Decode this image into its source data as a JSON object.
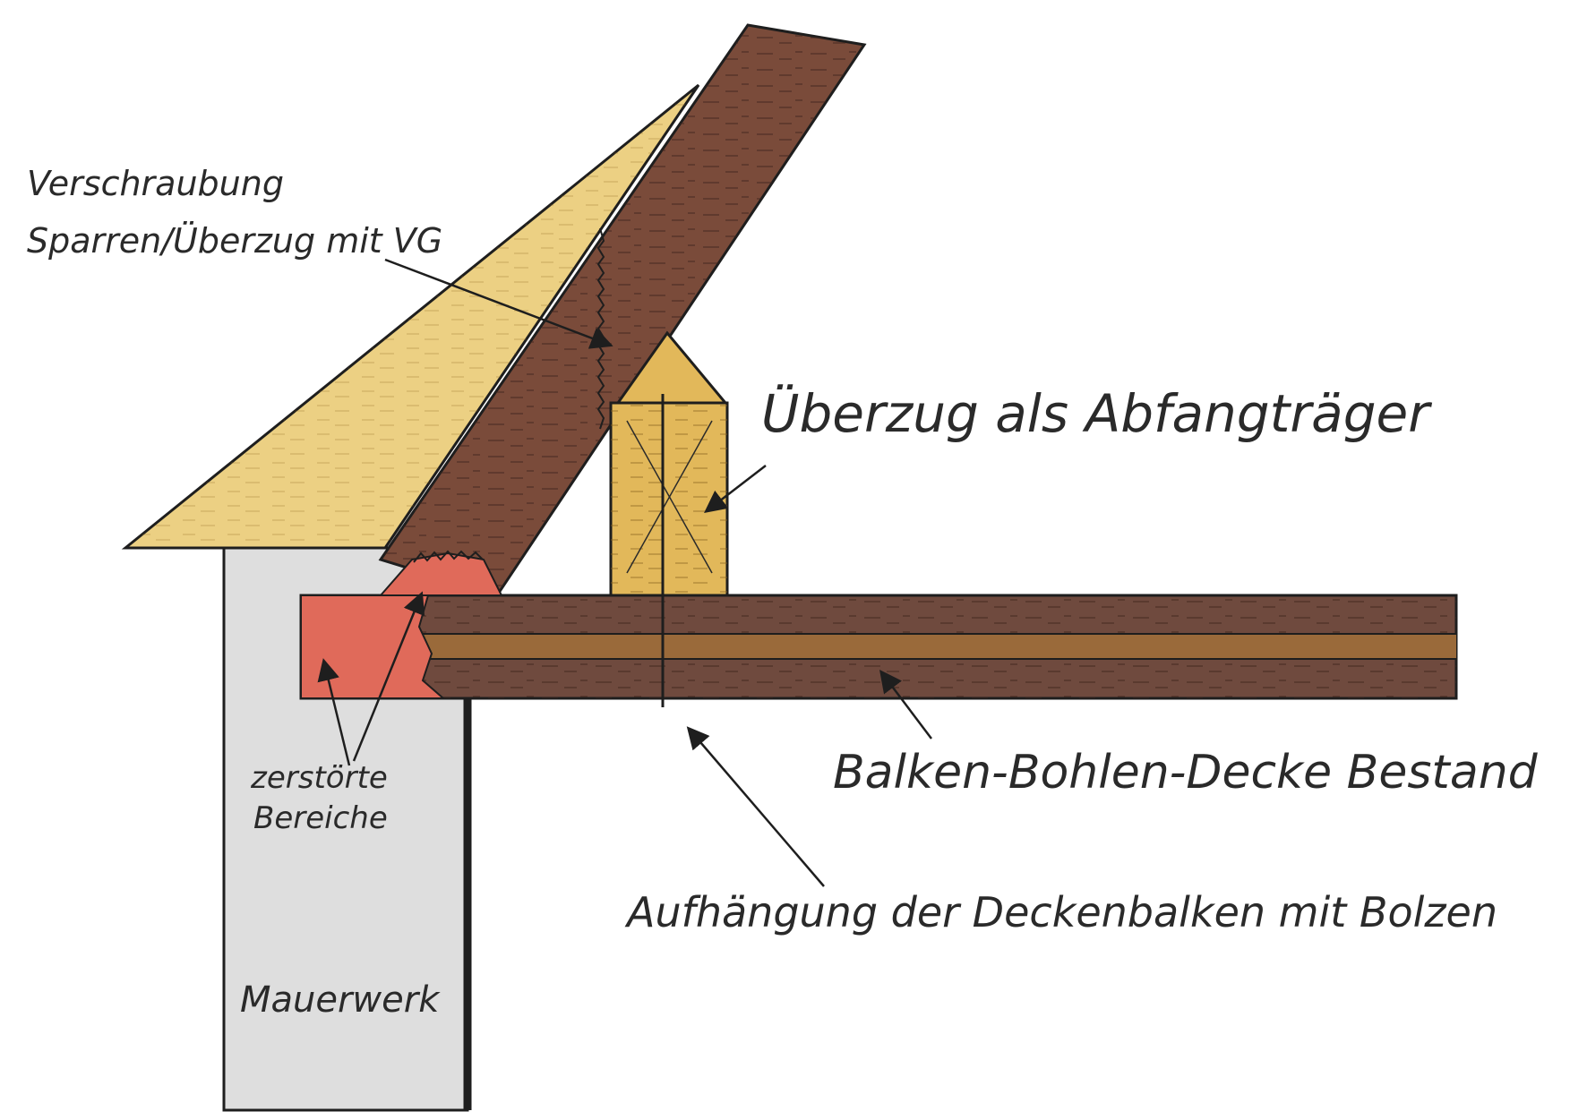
{
  "labels": {
    "screw": [
      "Verschraubung",
      "Sparren/Überzug mit VG"
    ],
    "beam": "Überzug als Abfangträger",
    "ceiling": "Balken-Bohlen-Decke Bestand",
    "hanger": "Aufhängung der Deckenbalken mit Bolzen",
    "damaged": [
      "zerstörte",
      "Bereiche"
    ],
    "masonry": "Mauerwerk"
  },
  "colors": {
    "rafter": "#7a4b3a",
    "rafter_dark": "#5e3a2c",
    "ceiling_beam": "#6f4a3e",
    "plank": "#9a6a3a",
    "overzug": "#e2b85a",
    "roof_fill": "#ecd083",
    "damage": "#e06a5a",
    "masonry": "#dedede"
  }
}
